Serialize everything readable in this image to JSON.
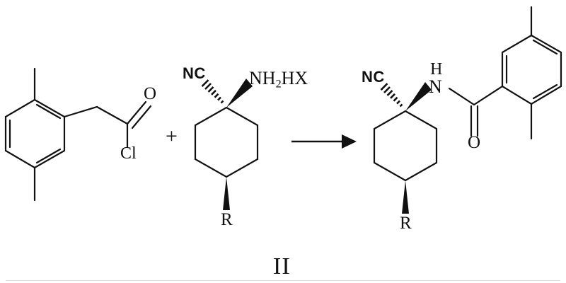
{
  "figure": {
    "caption": "II",
    "type": "chemical-reaction-scheme",
    "operator_plus": "+",
    "arrow": "reaction-arrow"
  },
  "reactant_1": {
    "name": "2,5-dimethylphenylacetyl chloride",
    "labels": {
      "carbonyl_oxygen": "O",
      "chlorine": "Cl"
    }
  },
  "reactant_2": {
    "name": "1-amino-4-R-cyclohexane-1-carbonitrile salt",
    "labels": {
      "nitrile": "NC",
      "amine_salt": "NH2HX",
      "amine_salt_prefix": "NH",
      "amine_salt_sub": "2",
      "amine_salt_suffix": "HX",
      "substituent": "R"
    }
  },
  "product": {
    "name": "N-(1-cyano-4-R-cyclohexyl)-2,5-dimethylbenzamide",
    "labels": {
      "nitrile": "NC",
      "amide_nitrogen": "N",
      "amide_hydrogen": "H",
      "carbonyl_oxygen": "O",
      "substituent": "R"
    }
  },
  "style": {
    "stroke": "#111111",
    "background": "#ffffff",
    "line_width": "2"
  }
}
